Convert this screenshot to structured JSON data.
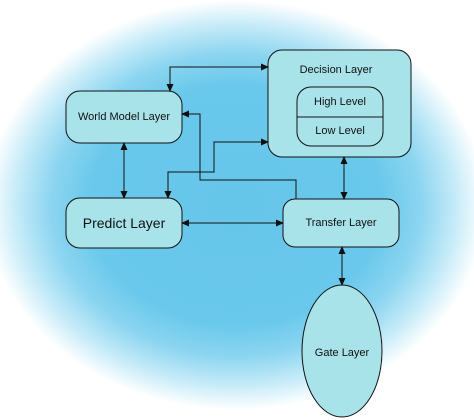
{
  "nodes": {
    "world_model": "World Model Layer",
    "decision": "Decision Layer",
    "high_level": "High Level",
    "low_level": "Low Level",
    "predict": "Predict Layer",
    "transfer": "Transfer Layer",
    "gate": "Gate Layer"
  },
  "colors": {
    "background_glow": "#66c6ea",
    "node_fill": "#a9e3ea",
    "stroke": "#111111"
  }
}
